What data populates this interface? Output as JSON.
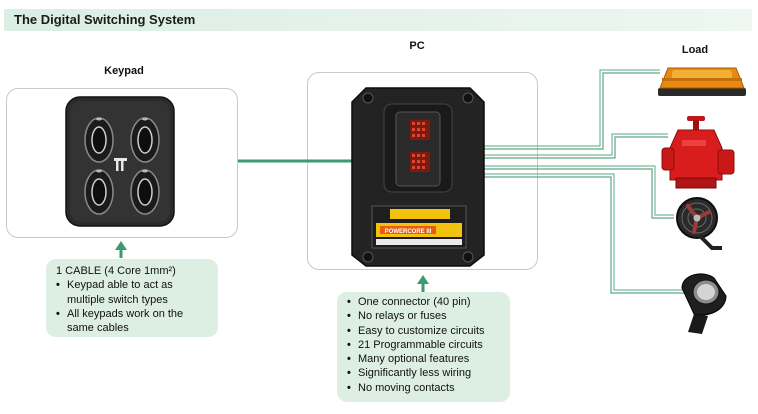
{
  "header": {
    "title": "The Digital Switching System"
  },
  "labels": {
    "keypad": "Keypad",
    "pc": "PC",
    "load": "Load"
  },
  "keypad_info": {
    "heading": "1 CABLE (4 Core 1mm²)",
    "items": [
      "Keypad able to act as multiple switch types",
      "All keypads work on the same cables"
    ]
  },
  "pc_info": {
    "items": [
      "One connector (40 pin)",
      "No relays or fuses",
      "Easy to customize circuits",
      "21 Programmable circuits",
      "Many optional features",
      "Significantly less wiring",
      "No moving contacts"
    ]
  },
  "pc_unit": {
    "brand_label": "POWERCORE III"
  },
  "colors": {
    "cable": "#3a9a72",
    "arrow": "#3a9a72",
    "panel_border": "#c9c9c9",
    "info_bg": "#ddeee3",
    "title_bg": "#dbeee3",
    "label_yellow": "#f2c20f",
    "label_orange": "#e85d12"
  },
  "load_icons": [
    "beacon-light-icon",
    "red-hydraulic-pump-icon",
    "desk-fan-icon",
    "spotlight-icon"
  ]
}
